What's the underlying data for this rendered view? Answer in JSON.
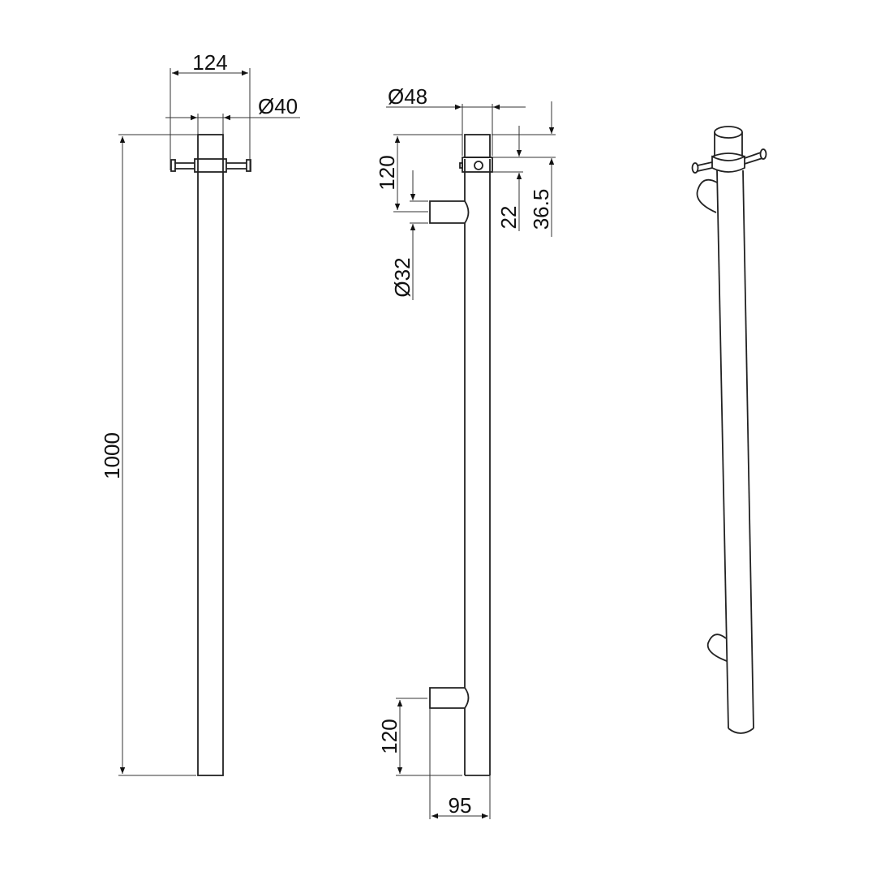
{
  "drawing": {
    "type": "technical-dimension-drawing",
    "views": [
      {
        "name": "front-view",
        "dimensions": {
          "overall_width": "124",
          "tube_diameter": "Ø40",
          "overall_height": "1000"
        }
      },
      {
        "name": "side-view",
        "dimensions": {
          "collar_diameter": "Ø48",
          "top_bracket_offset": "120",
          "bracket_diameter": "Ø32",
          "collar_height": "22",
          "top_to_collar_bottom": "36.5",
          "bottom_bracket_offset": "120",
          "wall_projection": "95"
        }
      },
      {
        "name": "isometric-view"
      }
    ],
    "colors": {
      "line": "#222222",
      "background": "#ffffff"
    }
  }
}
